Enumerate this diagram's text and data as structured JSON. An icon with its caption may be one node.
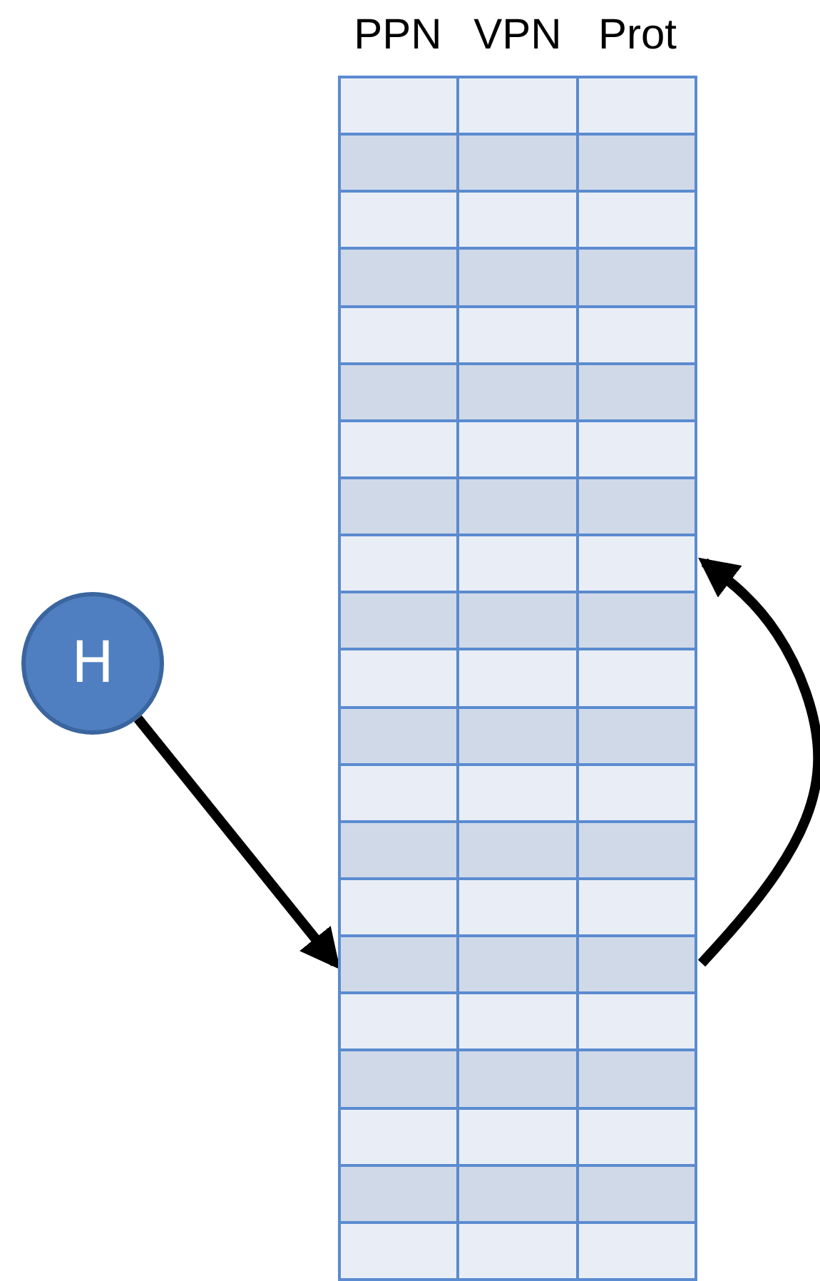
{
  "diagram": {
    "nodes": [
      {
        "text": [
          "H"
        ]
      },
      {
        "text": [
          "PPN",
          "VPN",
          "Prot"
        ]
      },
      {
        "text": [],
        "shape": "box",
        "in": 1
      },
      {
        "text": [],
        "shape": "box",
        "in": 1
      },
      {
        "text": [],
        "shape": "box",
        "in": 1
      },
      {
        "text": [],
        "shape": "box",
        "in": 1
      },
      {
        "text": [],
        "shape": "box",
        "in": 1
      },
      {
        "text": [],
        "shape": "box",
        "in": 1
      },
      {
        "text": [],
        "shape": "box",
        "in": 1
      },
      {
        "text": [],
        "shape": "box",
        "in": 1
      },
      {
        "text": [],
        "shape": "box",
        "in": 1
      },
      {
        "text": [],
        "shape": "box",
        "in": 1
      },
      {
        "text": [],
        "shape": "box",
        "in": 1
      },
      {
        "text": [],
        "shape": "box",
        "in": 1
      },
      {
        "text": [],
        "shape": "box",
        "in": 1
      },
      {
        "text": [],
        "shape": "box",
        "in": 1
      },
      {
        "text": [],
        "shape": "box",
        "in": 1
      },
      {
        "text": [],
        "shape": "box",
        "in": 1
      },
      {
        "text": [],
        "shape": "box",
        "in": 1
      },
      {
        "text": [],
        "shape": "box",
        "in": 1
      },
      {
        "text": [],
        "shape": "box",
        "in": 1
      },
      {
        "text": [],
        "shape": "box",
        "in": 1
      },
      {
        "text": [],
        "shape": "box",
        "in": 1
      }
    ],
    "edges": [
      {
        "from": 0,
        "to": 17,
        "arrow": "to"
      },
      {
        "from": 17,
        "to": 10,
        "arrow": "to"
      }
    ]
  }
}
